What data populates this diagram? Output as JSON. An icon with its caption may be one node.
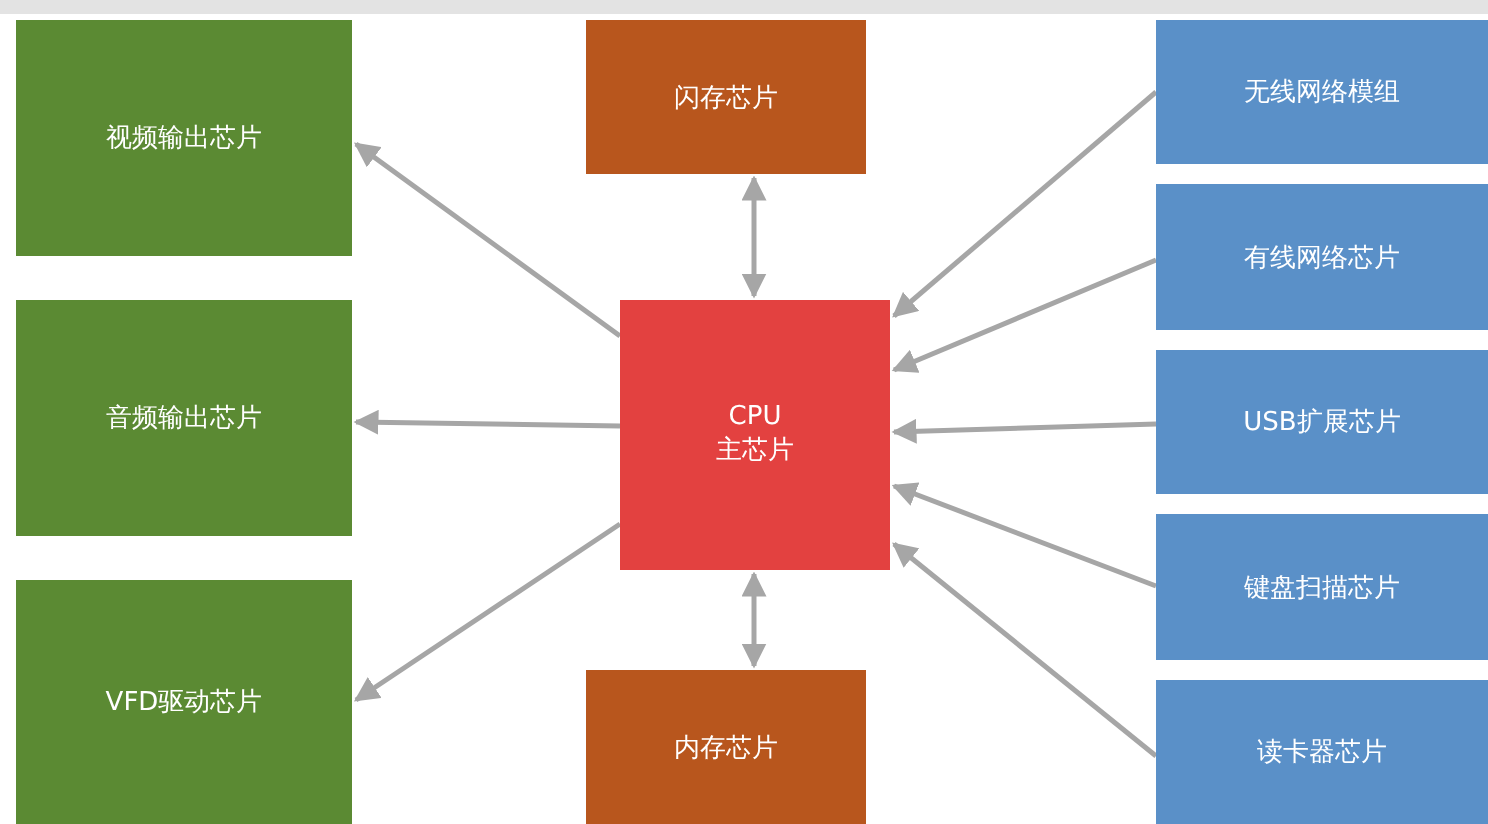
{
  "diagram": {
    "nodes": [
      {
        "text": [
          "视频输出芯片"
        ]
      },
      {
        "text": [
          "音频输出芯片"
        ]
      },
      {
        "text": [
          "VFD驱动芯片"
        ]
      },
      {
        "text": [
          "闪存芯片"
        ]
      },
      {
        "text": [
          "CPU 主芯片"
        ]
      },
      {
        "text": [
          "内存芯片"
        ]
      },
      {
        "text": [
          "无线网络模组"
        ]
      },
      {
        "text": [
          "有线网络芯片"
        ]
      },
      {
        "text": [
          "USB扩展芯片"
        ]
      },
      {
        "text": [
          "键盘扫描芯片"
        ]
      },
      {
        "text": [
          "读卡器芯片"
        ]
      }
    ],
    "edges": [
      {
        "from": 4,
        "to": 0,
        "arrow": "to"
      },
      {
        "from": 4,
        "to": 1,
        "arrow": "to"
      },
      {
        "from": 4,
        "to": 2,
        "arrow": "to"
      },
      {
        "from": 3,
        "to": 4,
        "arrow": "both"
      },
      {
        "from": 4,
        "to": 5,
        "arrow": "both"
      },
      {
        "from": 6,
        "to": 4,
        "arrow": "to"
      },
      {
        "from": 7,
        "to": 4,
        "arrow": "to"
      },
      {
        "from": 8,
        "to": 4,
        "arrow": "to"
      },
      {
        "from": 9,
        "to": 4,
        "arrow": "to"
      },
      {
        "from": 10,
        "to": 4,
        "arrow": "to"
      }
    ]
  }
}
